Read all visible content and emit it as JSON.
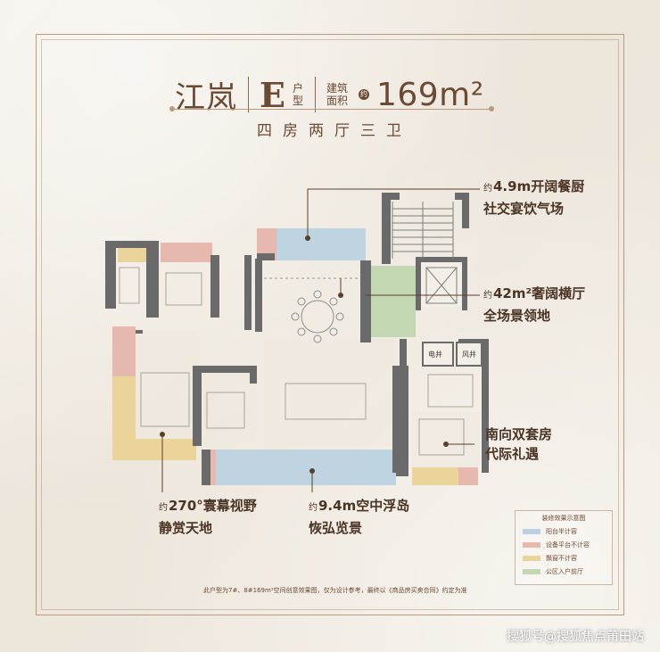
{
  "header": {
    "project_name": "江岚",
    "unit_letter": "E",
    "unit_suffix": "户型",
    "area_label": "建筑面积",
    "approx_badge": "约",
    "area_value": "169m²",
    "subtitle": "四房两厅三卫"
  },
  "callouts": {
    "kitchen": {
      "approx": "约",
      "line1": "4.9m开阔餐厨",
      "line2": "社交宴饮气场"
    },
    "living": {
      "approx": "约",
      "line1": "42m²奢阔横厅",
      "line2": "全场景领地"
    },
    "master": {
      "line1": "南向双套房",
      "line2": "代际礼遇"
    },
    "view": {
      "approx": "约",
      "line1": "270°寰幕视野",
      "line2": "静赏天地"
    },
    "island": {
      "approx": "约",
      "line1": "9.4m空中浮岛",
      "line2": "恢弘览景"
    }
  },
  "plan_labels": {
    "shaft1": "电井",
    "shaft2": "风井"
  },
  "legend": {
    "title": "装修效果示意图",
    "items": [
      {
        "label": "阳台半计容",
        "color": "#b9d0e0"
      },
      {
        "label": "设备平台不计容",
        "color": "#e7b8ae"
      },
      {
        "label": "飘窗不计容",
        "color": "#ead49a"
      },
      {
        "label": "公区入户前厅",
        "color": "#c3d7b3"
      }
    ]
  },
  "footnote": "此户型为7#、8#169m²空间创意效果图，仅为设计参考，最终以《商品房买卖合同》约定为准",
  "watermark": "搜狐号@搜狐焦点莆田站",
  "colors": {
    "wall": "#6a6a6a",
    "balcony": "#b9d0e0",
    "platform": "#e7b8ae",
    "bay": "#ead49a",
    "foyer": "#c3d7b3",
    "text": "#5a3f2a"
  }
}
